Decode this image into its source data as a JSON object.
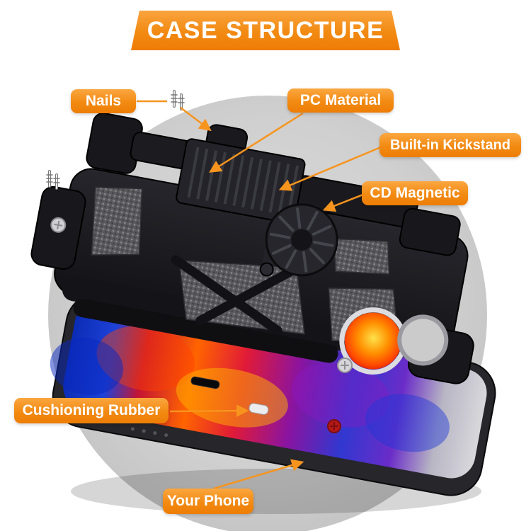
{
  "banner": {
    "title": "CASE STRUCTURE"
  },
  "callouts": [
    {
      "id": "nails",
      "label": "Nails"
    },
    {
      "id": "pc-material",
      "label": "PC Material"
    },
    {
      "id": "built-in-kickstand",
      "label": "Built-in Kickstand"
    },
    {
      "id": "cd-magnetic",
      "label": "CD Magnetic"
    },
    {
      "id": "cushioning-rubber",
      "label": "Cushioning Rubber"
    },
    {
      "id": "your-phone",
      "label": "Your Phone"
    }
  ],
  "icons": {
    "nail_pins_top": "spring-pin-glyph",
    "nail_pins_left": "spring-pin-glyph",
    "leader_arrow": "orange-triangle-arrowhead"
  },
  "colors": {
    "accent_orange": "#F7941E",
    "accent_orange_dark": "#ED7D05",
    "label_text": "#FFFFFF",
    "backdrop_circle": "#CBCBCB",
    "case_black": "#1C1C20",
    "page_background": "#FFFFFF"
  }
}
